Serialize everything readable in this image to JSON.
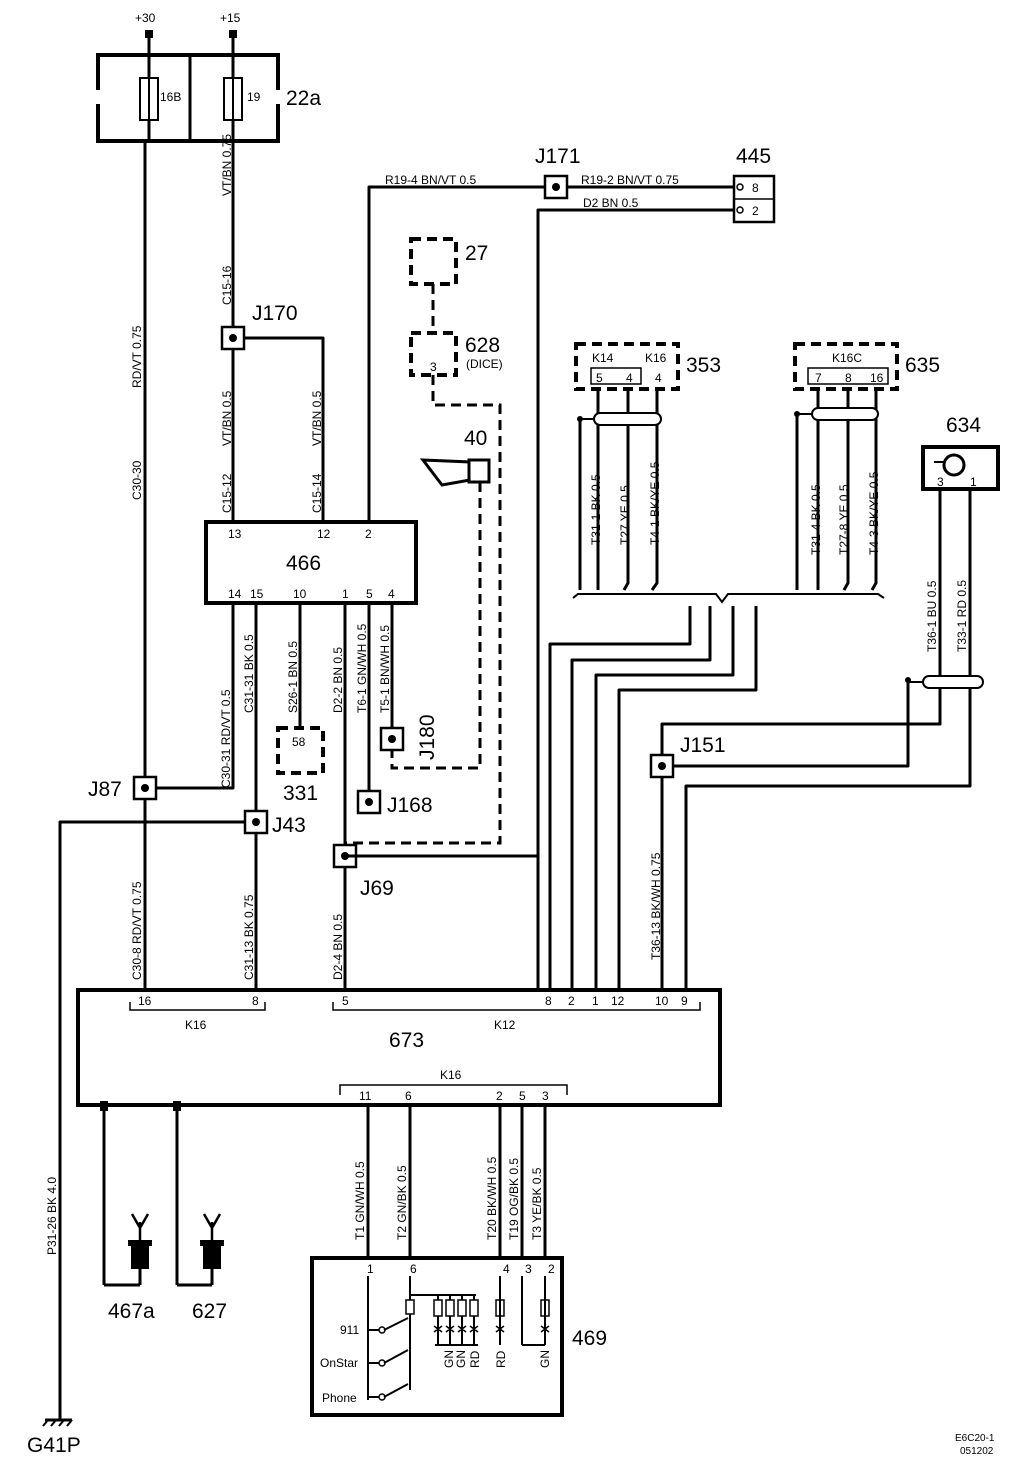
{
  "supply": {
    "plus30": "+30",
    "plus15": "+15",
    "fuse_a": "16B",
    "fuse_b": "19",
    "fuse_box": "22a"
  },
  "connectors": {
    "j170": "J170",
    "j171": "J171",
    "j87": "J87",
    "j43": "J43",
    "j69": "J69",
    "j168": "J168",
    "j180": "J180",
    "j151": "J151"
  },
  "components": {
    "c445": "445",
    "c445_pin_a": "8",
    "c445_pin_b": "2",
    "c27": "27",
    "c628": "628",
    "c628_sub": "(DICE)",
    "c628_pin": "3",
    "c40": "40",
    "c353": "353",
    "c353_k14": "K14",
    "c353_k16": "K16",
    "c353_p5": "5",
    "c353_p4a": "4",
    "c353_p4b": "4",
    "c635": "635",
    "c635_k": "K16C",
    "c635_p7": "7",
    "c635_p8": "8",
    "c635_p16": "16",
    "c634": "634",
    "c634_p3": "3",
    "c634_p1": "1",
    "c466": "466",
    "c466_pins_top": [
      "13",
      "12",
      "2"
    ],
    "c466_pins_bottom": [
      "14",
      "15",
      "10",
      "1",
      "5",
      "4"
    ],
    "c331": "331",
    "c331_pin": "58",
    "c673": "673",
    "c673_k16a": "K16",
    "c673_k12": "K12",
    "c673_k16b": "K16",
    "c673_pins_top": [
      "16",
      "8",
      "5",
      "8",
      "2",
      "1",
      "12",
      "10",
      "9"
    ],
    "c673_pins_bottom": [
      "11",
      "6",
      "2",
      "5",
      "3"
    ],
    "c467a": "467a",
    "c627": "627",
    "c469": "469",
    "c469_pins": [
      "1",
      "6",
      "4",
      "3",
      "2"
    ],
    "c469_btn1": "911",
    "c469_btn2": "OnStar",
    "c469_btn3": "Phone",
    "c469_led1": "GN",
    "c469_led2": "GN",
    "c469_led3": "RD",
    "c469_led4": "RD",
    "c469_led5": "GN",
    "g41p": "G41P"
  },
  "wires": {
    "w_vtbn075": "VT/BN  0.75",
    "w_c1516": "C15-16",
    "w_vtbn05a": "VT/BN  0.5",
    "w_c1512": "C15-12",
    "w_vtbn05b": "VT/BN  0.5",
    "w_c1514": "C15-14",
    "w_rdvt075": "RD/VT  0.75",
    "w_c3030": "C30-30",
    "w_r194": "R19-4   BN/VT  0.5",
    "w_r192": "R19-2   BN/VT  0.75",
    "w_d2": "D2  BN  0.5",
    "w_t311": "T31-1  BK  0.5",
    "w_t27": "T27  YE  0.5",
    "w_t41": "T4-1  BK/YE  0.5",
    "w_t314": "T31-4  BK  0.5",
    "w_t278": "T27-8  YE  0.5",
    "w_t43": "T4-3  BK/YE  0.5",
    "w_t361": "T36-1  BU  0.5",
    "w_t331": "T33-1  RD  0.5",
    "w_c3031": "C30-31 RD/VT 0.5",
    "w_c3131": "C31-31 BK  0.5",
    "w_s261": "S26-1  BN  0.5",
    "w_d22": "D2-2  BN  0.5",
    "w_t61": "T6-1  GN/WH  0.5",
    "w_t51": "T5-1  BN/WH  0.5",
    "w_c308": "C30-8  RD/VT  0.75",
    "w_c3113": "C31-13  BK  0.75",
    "w_d24": "D2-4  BN  0.5",
    "w_t3613": "T36-13  BK/WH  0.75",
    "w_p3126": "P31-26  BK  4.0",
    "w_t1": "T1  GN/WH  0.5",
    "w_t2": "T2  GN/BK  0.5",
    "w_t20": "T20  BK/WH  0.5",
    "w_t19": "T19  OG/BK  0.5",
    "w_t3": "T3  YE/BK  0.5"
  },
  "footer": {
    "code": "E6C20-1",
    "date": "051202"
  }
}
